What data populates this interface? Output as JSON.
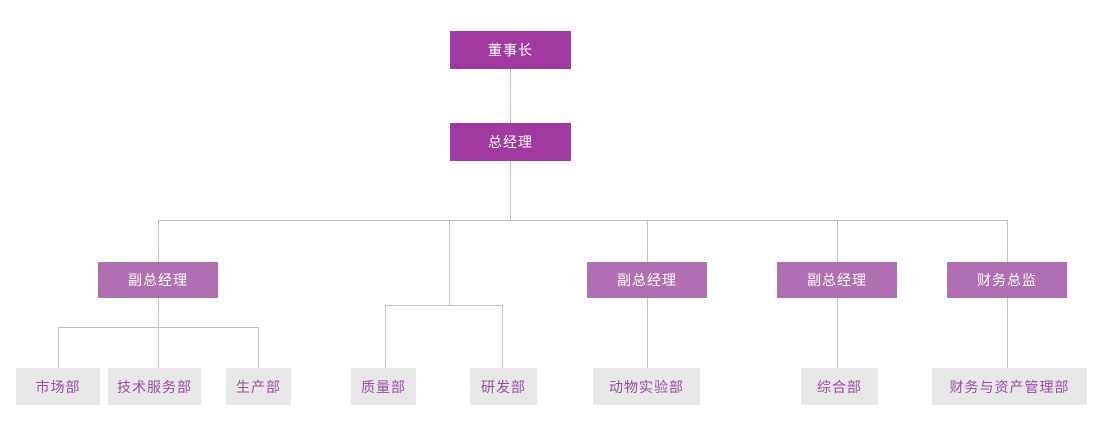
{
  "page": {
    "background": "#FFFFFF"
  },
  "colors": {
    "page_bg": "#FFFFFF",
    "executive_box": "#A13AA0",
    "manager_box": "#B06FB2",
    "department_box": "#E7E7E7",
    "department_text": "#9D4BA5",
    "box_text": "#FFFFFF",
    "connector": "#B7C3CB"
  },
  "org_chart": {
    "type": "organization-chart",
    "nodes": {
      "chairman": {
        "label": "董事长",
        "level": 1
      },
      "general_manager": {
        "label": "总经理",
        "level": 2
      },
      "vp_left": {
        "label": "副总经理",
        "level": 3
      },
      "vp_mid": {
        "label": "副总经理",
        "level": 3
      },
      "vp_right": {
        "label": "副总经理",
        "level": 3
      },
      "cfo": {
        "label": "财务总监",
        "level": 3
      },
      "dept_market": {
        "label": "市场部",
        "level": 4
      },
      "dept_tech_service": {
        "label": "技术服务部",
        "level": 4
      },
      "dept_production": {
        "label": "生产部",
        "level": 4
      },
      "dept_quality": {
        "label": "质量部",
        "level": 4
      },
      "dept_rd": {
        "label": "研发部",
        "level": 4
      },
      "dept_animal_lab": {
        "label": "动物实验部",
        "level": 4
      },
      "dept_general": {
        "label": "综合部",
        "level": 4
      },
      "dept_finance_assets": {
        "label": "财务与资产管理部",
        "level": 4
      }
    },
    "edges": [
      [
        "chairman",
        "general_manager"
      ],
      [
        "general_manager",
        "vp_left"
      ],
      [
        "general_manager",
        "dept_quality"
      ],
      [
        "general_manager",
        "dept_rd"
      ],
      [
        "general_manager",
        "vp_mid"
      ],
      [
        "general_manager",
        "vp_right"
      ],
      [
        "general_manager",
        "cfo"
      ],
      [
        "vp_left",
        "dept_market"
      ],
      [
        "vp_left",
        "dept_tech_service"
      ],
      [
        "vp_left",
        "dept_production"
      ],
      [
        "vp_mid",
        "dept_animal_lab"
      ],
      [
        "vp_right",
        "dept_general"
      ],
      [
        "cfo",
        "dept_finance_assets"
      ]
    ]
  }
}
